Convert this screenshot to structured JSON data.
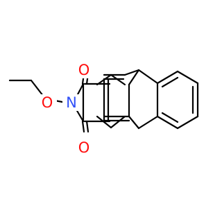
{
  "structure": {
    "atoms": {
      "oxygen_top": {
        "symbol": "O",
        "color": "#ff0d0d"
      },
      "oxygen_ether": {
        "symbol": "O",
        "color": "#ff0d0d"
      },
      "nitrogen": {
        "symbol": "N",
        "color": "#3050f8"
      },
      "oxygen_bottom": {
        "symbol": "O",
        "color": "#ff0d0d"
      }
    },
    "bond_color": "#000000"
  }
}
